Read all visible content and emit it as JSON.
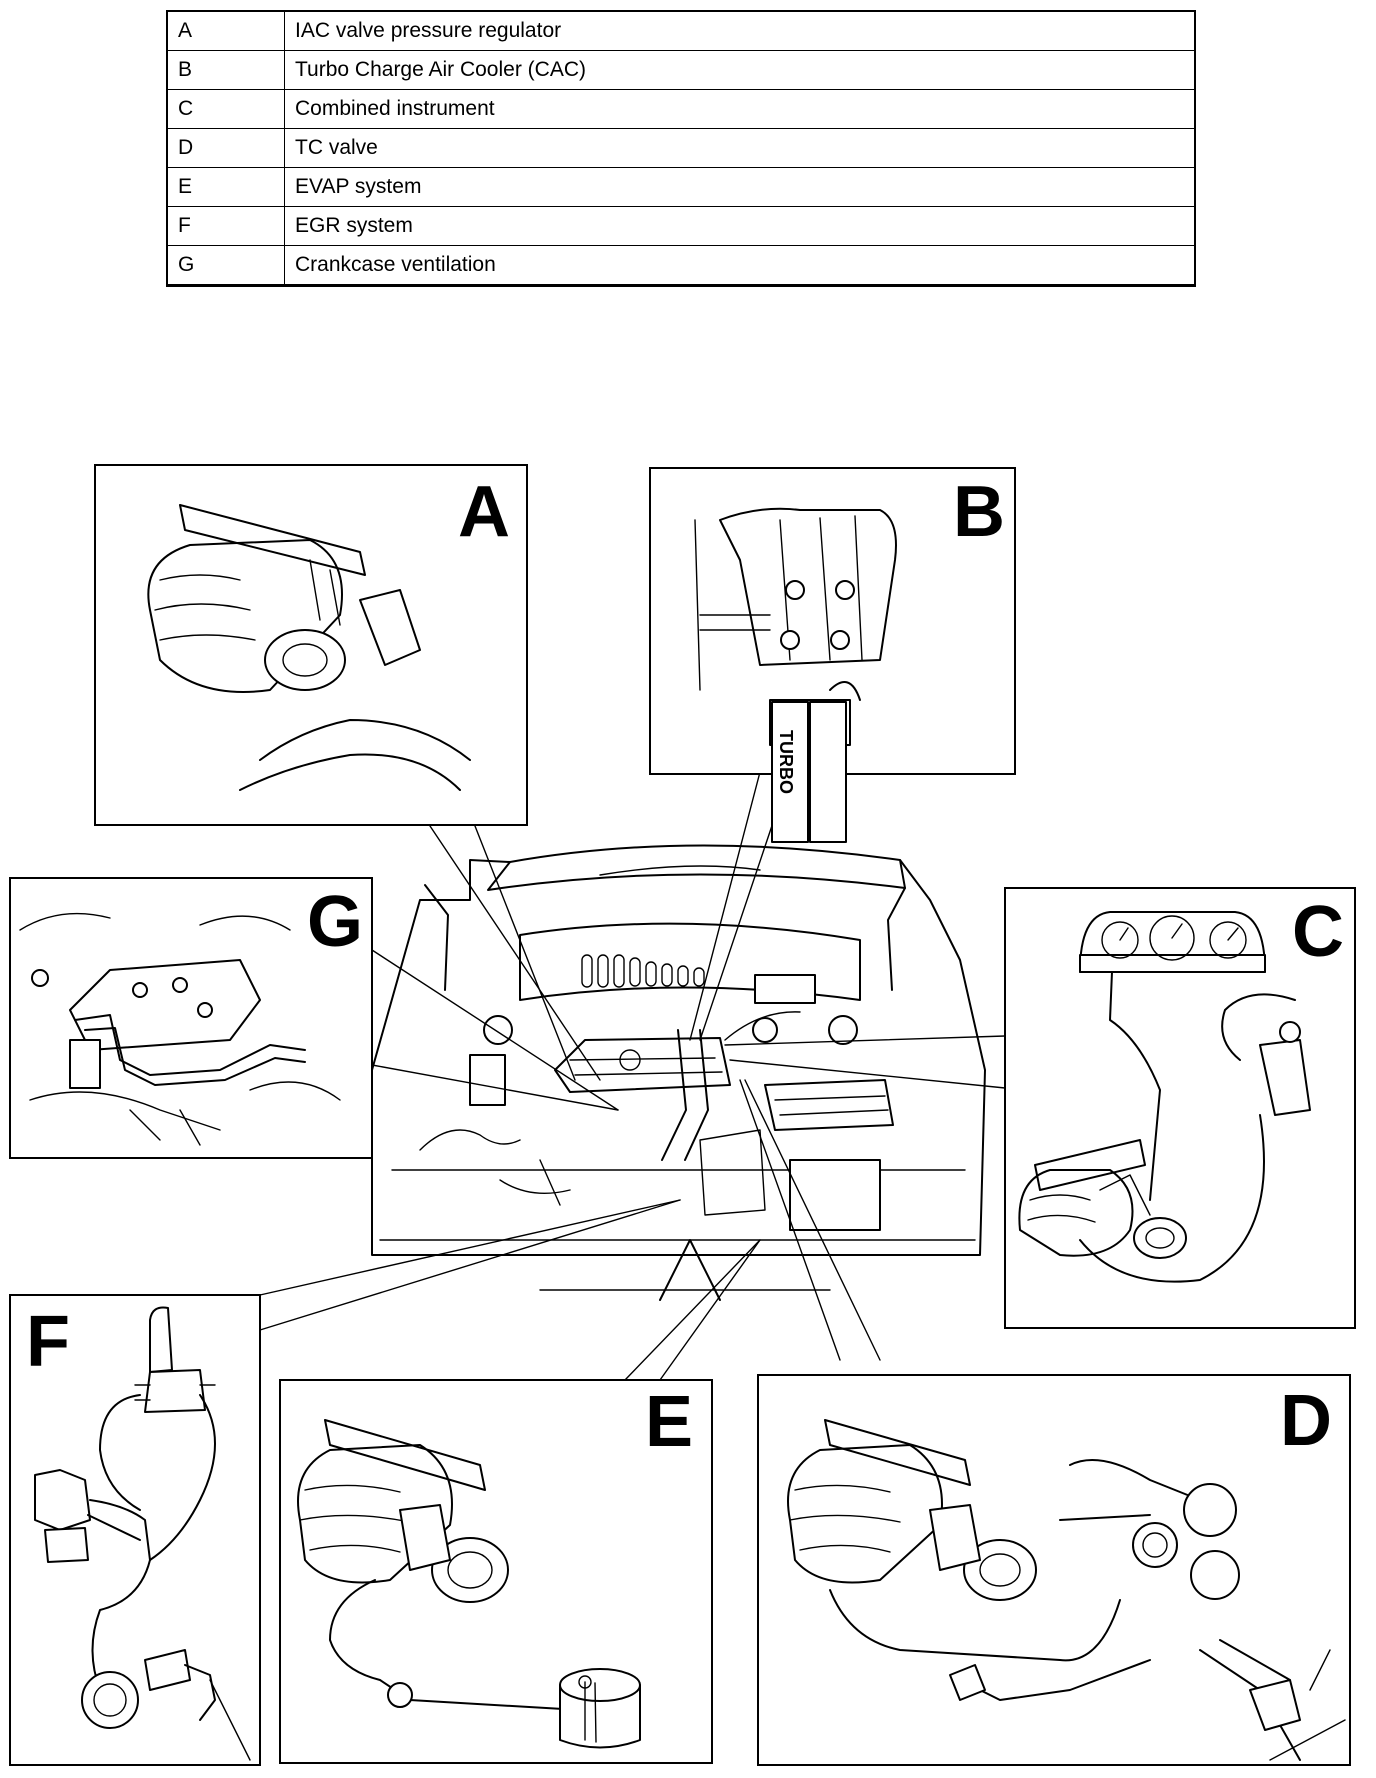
{
  "legend": [
    {
      "key": "A",
      "label": "IAC valve pressure regulator"
    },
    {
      "key": "B",
      "label": "Turbo Charge Air Cooler (CAC)"
    },
    {
      "key": "C",
      "label": "Combined instrument"
    },
    {
      "key": "D",
      "label": "TC valve"
    },
    {
      "key": "E",
      "label": "EVAP system"
    },
    {
      "key": "F",
      "label": "EGR system"
    },
    {
      "key": "G",
      "label": "Crankcase ventilation"
    }
  ],
  "panels": {
    "A": "A",
    "B": "B",
    "C": "C",
    "D": "D",
    "E": "E",
    "F": "F",
    "G": "G"
  },
  "badge_text": "TURBO"
}
